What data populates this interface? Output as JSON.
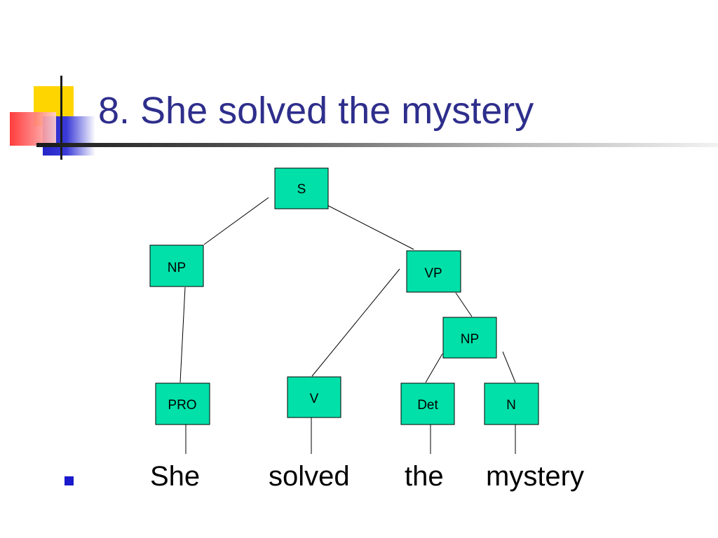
{
  "slide": {
    "title": "8. She solved the mystery"
  },
  "tree": {
    "nodes": {
      "s": "S",
      "np_subject": "NP",
      "vp": "VP",
      "np_object": "NP",
      "pro": "PRO",
      "v": "V",
      "det": "Det",
      "n": "N"
    }
  },
  "sentence": {
    "words": [
      "She",
      "solved",
      "the",
      "mystery"
    ]
  },
  "colors": {
    "node_fill": "#00e0a8",
    "title": "#2e2e8c",
    "bullet": "#1a1acc"
  }
}
